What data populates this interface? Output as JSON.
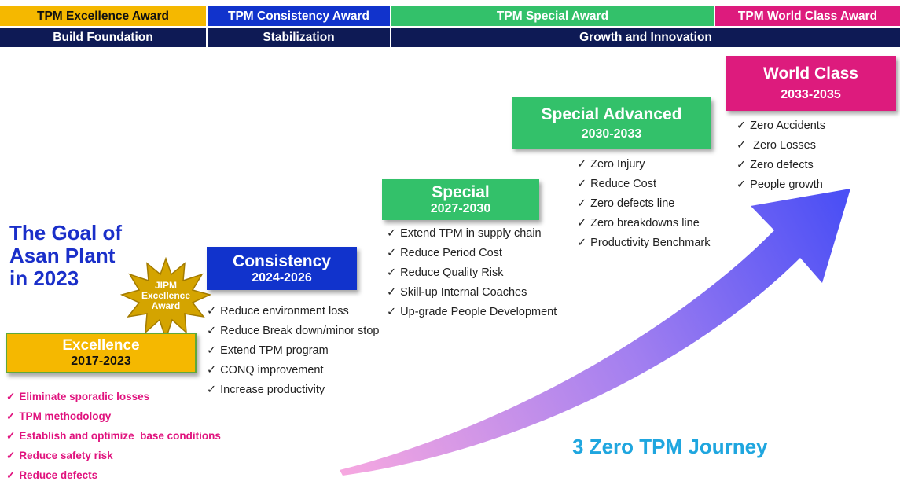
{
  "awards": [
    {
      "label": "TPM Excellence Award",
      "bg": "#f5b800",
      "color": "#111111"
    },
    {
      "label": "TPM Consistency Award",
      "bg": "#1133cc",
      "color": "#ffffff"
    },
    {
      "label": "TPM Special Award",
      "bg": "#33c16a",
      "color": "#ffffff"
    },
    {
      "label": "TPM World Class Award",
      "bg": "#dd1b7d",
      "color": "#ffffff"
    }
  ],
  "phases": [
    {
      "label": "Build Foundation"
    },
    {
      "label": "Stabilization"
    },
    {
      "label": "Growth and Innovation"
    }
  ],
  "goal": {
    "line1": "The Goal of",
    "line2": "Asan Plant",
    "line3": "in 2023"
  },
  "badge": {
    "line1": "JIPM",
    "line2": "Excellence",
    "line3": "Award",
    "color": "#d4a400"
  },
  "stages": [
    {
      "title": "Excellence",
      "years": "2017-2023",
      "bg": "#f5b800",
      "border": "#5fa83a",
      "title_color": "#ffffff",
      "years_color": "#111111",
      "items": [
        "Eliminate sporadic losses",
        "TPM methodology",
        "Establish and optimize  base conditions",
        "Reduce safety risk",
        "Reduce defects"
      ],
      "items_color": "#e0137e"
    },
    {
      "title": "Consistency",
      "years": "2024-2026",
      "bg": "#1133cc",
      "border": "#1133cc",
      "title_color": "#ffffff",
      "years_color": "#ffffff",
      "items": [
        "Reduce environment loss",
        "Reduce Break down/minor stop",
        "Extend TPM program",
        "CONQ improvement",
        "Increase productivity"
      ],
      "items_color": "#222222"
    },
    {
      "title": "Special",
      "years": "2027-2030",
      "bg": "#33c16a",
      "border": "#33c16a",
      "title_color": "#ffffff",
      "years_color": "#ffffff",
      "items": [
        "Extend TPM in supply chain",
        "Reduce Period Cost",
        "Reduce Quality Risk",
        "Skill-up Internal Coaches",
        "Up-grade People Development"
      ],
      "items_color": "#222222"
    },
    {
      "title": "Special Advanced",
      "years": "2030-2033",
      "bg": "#33c16a",
      "border": "#33c16a",
      "title_color": "#ffffff",
      "years_color": "#ffffff",
      "items": [
        "Zero Injury",
        "Reduce Cost",
        "Zero defects line",
        "Zero breakdowns line",
        "Productivity Benchmark"
      ],
      "items_color": "#222222"
    },
    {
      "title": "World Class",
      "years": "2033-2035",
      "bg": "#dd1b7d",
      "border": "#dd1b7d",
      "title_color": "#ffffff",
      "years_color": "#ffffff",
      "items": [
        "Zero Accidents",
        " Zero Losses",
        "Zero defects",
        "People growth"
      ],
      "items_color": "#222222"
    }
  ],
  "check_mark": "✓",
  "journey_label": "3 Zero TPM Journey",
  "arrow_colors": {
    "start": "#f7a8e0",
    "end": "#4b4ff5"
  }
}
